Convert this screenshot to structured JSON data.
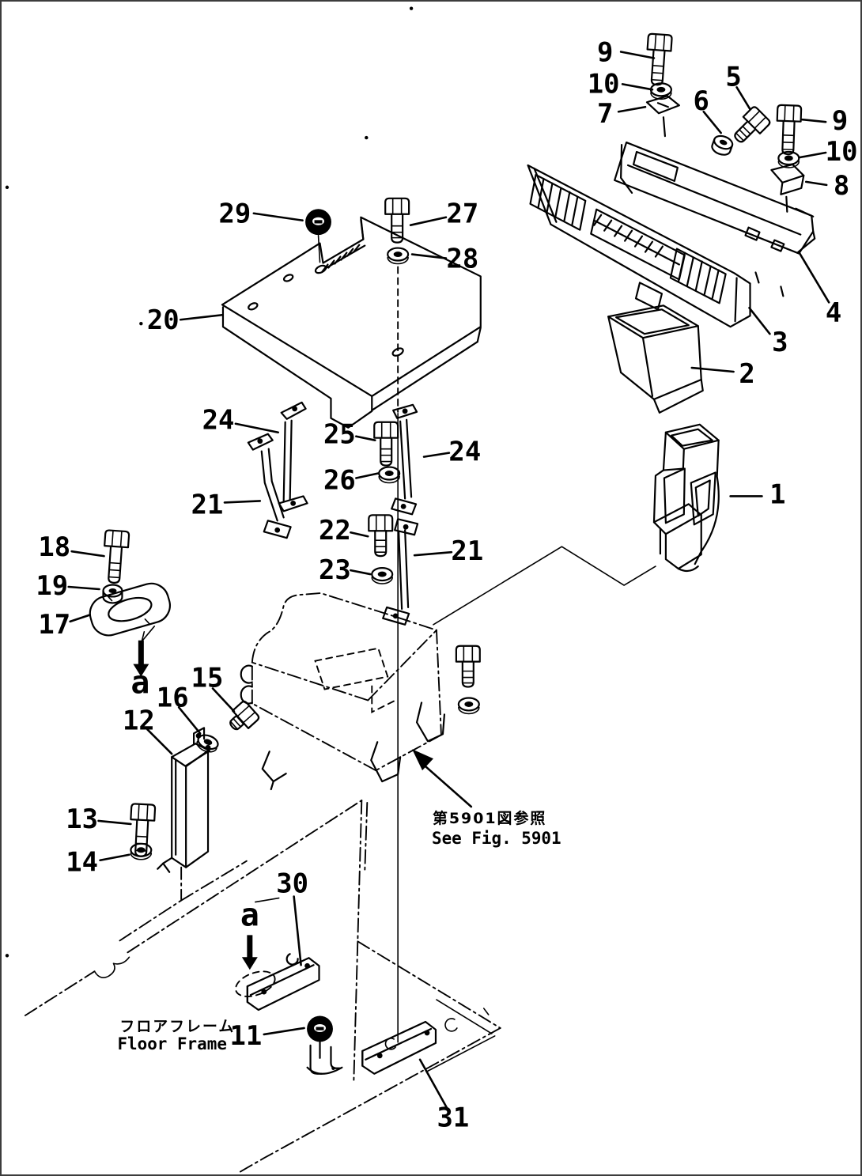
{
  "drawing": {
    "type": "exploded-parts-diagram",
    "ink_color": "#000000",
    "background_color": "#ffffff"
  },
  "part_labels": [
    {
      "text": "9"
    },
    {
      "text": "10"
    },
    {
      "text": "7"
    },
    {
      "text": "6"
    },
    {
      "text": "5"
    },
    {
      "text": "9"
    },
    {
      "text": "10"
    },
    {
      "text": "8"
    },
    {
      "text": "4"
    },
    {
      "text": "3"
    },
    {
      "text": "2"
    },
    {
      "text": "1"
    },
    {
      "text": "29"
    },
    {
      "text": "27"
    },
    {
      "text": "28"
    },
    {
      "text": "20"
    },
    {
      "text": "24"
    },
    {
      "text": "25"
    },
    {
      "text": "26"
    },
    {
      "text": "24"
    },
    {
      "text": "21"
    },
    {
      "text": "22"
    },
    {
      "text": "23"
    },
    {
      "text": "21"
    },
    {
      "text": "18"
    },
    {
      "text": "19"
    },
    {
      "text": "17"
    },
    {
      "text": "15"
    },
    {
      "text": "16"
    },
    {
      "text": "12"
    },
    {
      "text": "13"
    },
    {
      "text": "14"
    },
    {
      "text": "30"
    },
    {
      "text": "11"
    },
    {
      "text": "31"
    }
  ],
  "view_markers": [
    {
      "text": "a"
    },
    {
      "text": "a"
    }
  ],
  "annotations": {
    "floor_frame_jp": "フロアフレーム",
    "floor_frame_en": "Floor  Frame",
    "see_fig_jp": "第5901図参照",
    "see_fig_en": "See  Fig.  5901"
  }
}
